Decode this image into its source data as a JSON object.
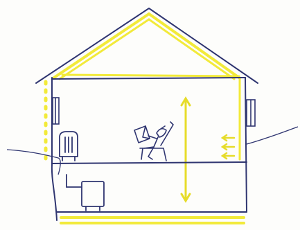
{
  "diagram": {
    "colors": {
      "paper": "#fdfdfb",
      "ink": "#2f3570",
      "insulation": "#f2ea3a",
      "insulation_dark": "#e6dc2a"
    },
    "elements": {
      "house": "house-cross-section",
      "insulation": "insulation-layer",
      "person": "person-reading-in-chair",
      "radiator": "radiator",
      "boiler": "boiler",
      "windows": "window",
      "ground": "ground-line",
      "airflow": "inward-arrow",
      "vertical_arrow": "double-headed-vertical-arrow"
    }
  }
}
